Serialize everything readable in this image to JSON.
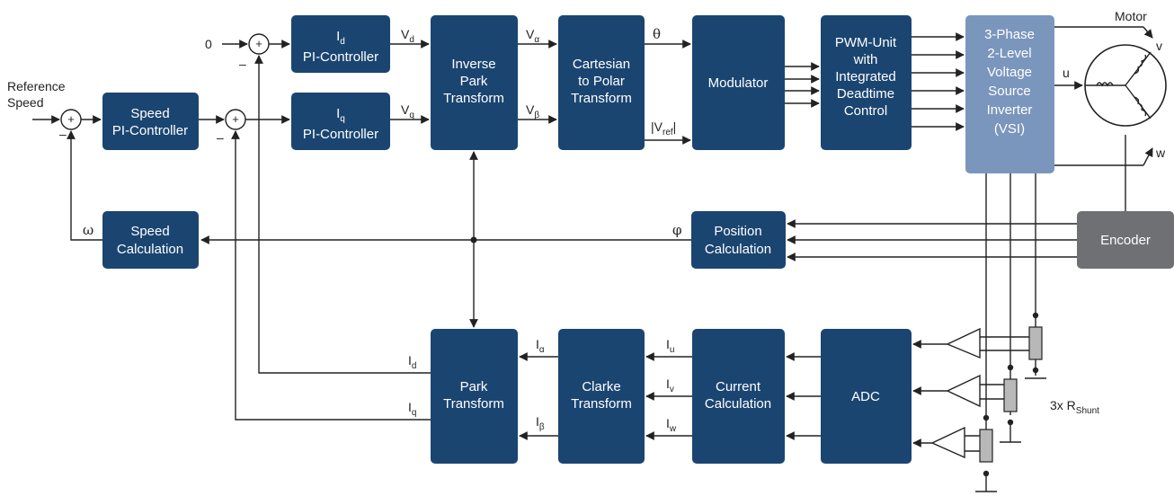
{
  "colors": {
    "block": "#1b4571",
    "vsi": "#7a96bd",
    "encoder": "#6f7073",
    "line": "#222222",
    "shunt": "#b8b8b8"
  },
  "blocks": {
    "speed_pi": [
      "Speed",
      "PI-Controller"
    ],
    "id_pi_sym": "I",
    "id_pi_sub": "d",
    "id_pi_label": "PI-Controller",
    "iq_pi_sym": "I",
    "iq_pi_sub": "q",
    "iq_pi_label": "PI-Controller",
    "inverse_park": [
      "Inverse",
      "Park",
      "Transform"
    ],
    "cart_polar": [
      "Cartesian",
      "to Polar",
      "Transform"
    ],
    "modulator": [
      "Modulator"
    ],
    "pwm": [
      "PWM-Unit",
      "with",
      "Integrated",
      "Deadtime",
      "Control"
    ],
    "vsi": [
      "3-Phase",
      "2-Level",
      "Voltage",
      "Source",
      "Inverter",
      "(VSI)"
    ],
    "encoder": [
      "Encoder"
    ],
    "position": [
      "Position",
      "Calculation"
    ],
    "speed_calc": [
      "Speed",
      "Calculation"
    ],
    "park": [
      "Park",
      "Transform"
    ],
    "clarke": [
      "Clarke",
      "Transform"
    ],
    "current": [
      "Current",
      "Calculation"
    ],
    "adc": [
      "ADC"
    ]
  },
  "labels": {
    "reference_speed": [
      "Reference",
      "Speed"
    ],
    "zero": "0",
    "motor": "Motor",
    "phase_u": "u",
    "phase_v": "v",
    "phase_w": "w",
    "theta": "θ",
    "omega": "ω",
    "phi": "φ",
    "minus": "–",
    "plus": "+",
    "v_d": "V",
    "v_d_sub": "d",
    "v_q": "V",
    "v_q_sub": "q",
    "v_alpha": "V",
    "v_alpha_sub": "α",
    "v_beta": "V",
    "v_beta_sub": "β",
    "v_ref_open": "|V",
    "v_ref_sub": "ref",
    "v_ref_close": "|",
    "i_alpha": "I",
    "i_alpha_sub": "α",
    "i_beta": "I",
    "i_beta_sub": "β",
    "i_u": "I",
    "i_u_sub": "u",
    "i_v": "I",
    "i_v_sub": "v",
    "i_w": "I",
    "i_w_sub": "w",
    "i_d": "I",
    "i_d_sub": "d",
    "i_q": "I",
    "i_q_sub": "q",
    "shunt": "3x R",
    "shunt_sub": "Shunt"
  }
}
